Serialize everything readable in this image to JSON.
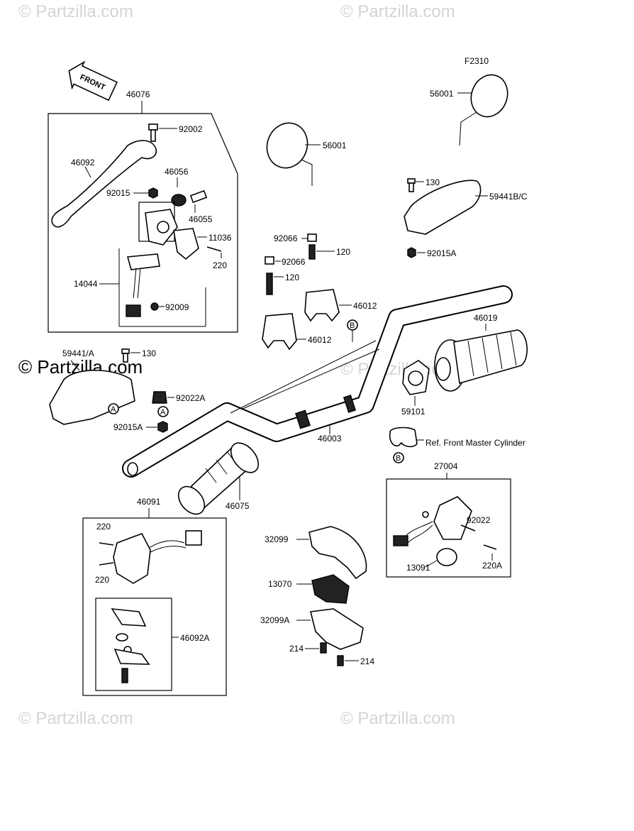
{
  "watermarks": {
    "small": "© Partzilla.com",
    "large": "© Partzilla.com"
  },
  "figure_code": "F2310",
  "front_label": "FRONT",
  "labels": {
    "p46076": "46076",
    "p92002": "92002",
    "p46092": "46092",
    "p46056": "46056",
    "p92015": "92015",
    "p46055": "46055",
    "p11036": "11036",
    "p220a": "220",
    "p14044": "14044",
    "p92009": "92009",
    "p56001_mid": "56001",
    "p56001_top": "56001",
    "p130_top": "130",
    "p59441bc": "59441B/C",
    "p92066_a": "92066",
    "p120_a": "120",
    "p92066_b": "92066",
    "p120_b": "120",
    "p92015a_top": "92015A",
    "p46012_a": "46012",
    "p46012_b": "46012",
    "p46019": "46019",
    "p59441a": "59441/A",
    "p130_left": "130",
    "p92022a": "92022A",
    "p92015a_left": "92015A",
    "p59101": "59101",
    "p46003": "46003",
    "ref_front": "Ref. Front Master Cylinder",
    "p27004": "27004",
    "p46075": "46075",
    "p46091": "46091",
    "p220_1": "220",
    "p220_2": "220",
    "p32099": "32099",
    "p92022": "92022",
    "p13091": "13091",
    "p220a_r": "220A",
    "p13070": "13070",
    "p46092a": "46092A",
    "p32099a": "32099A",
    "p214_a": "214",
    "p214_b": "214"
  },
  "ref_markers": {
    "a": "A",
    "b": "B"
  }
}
